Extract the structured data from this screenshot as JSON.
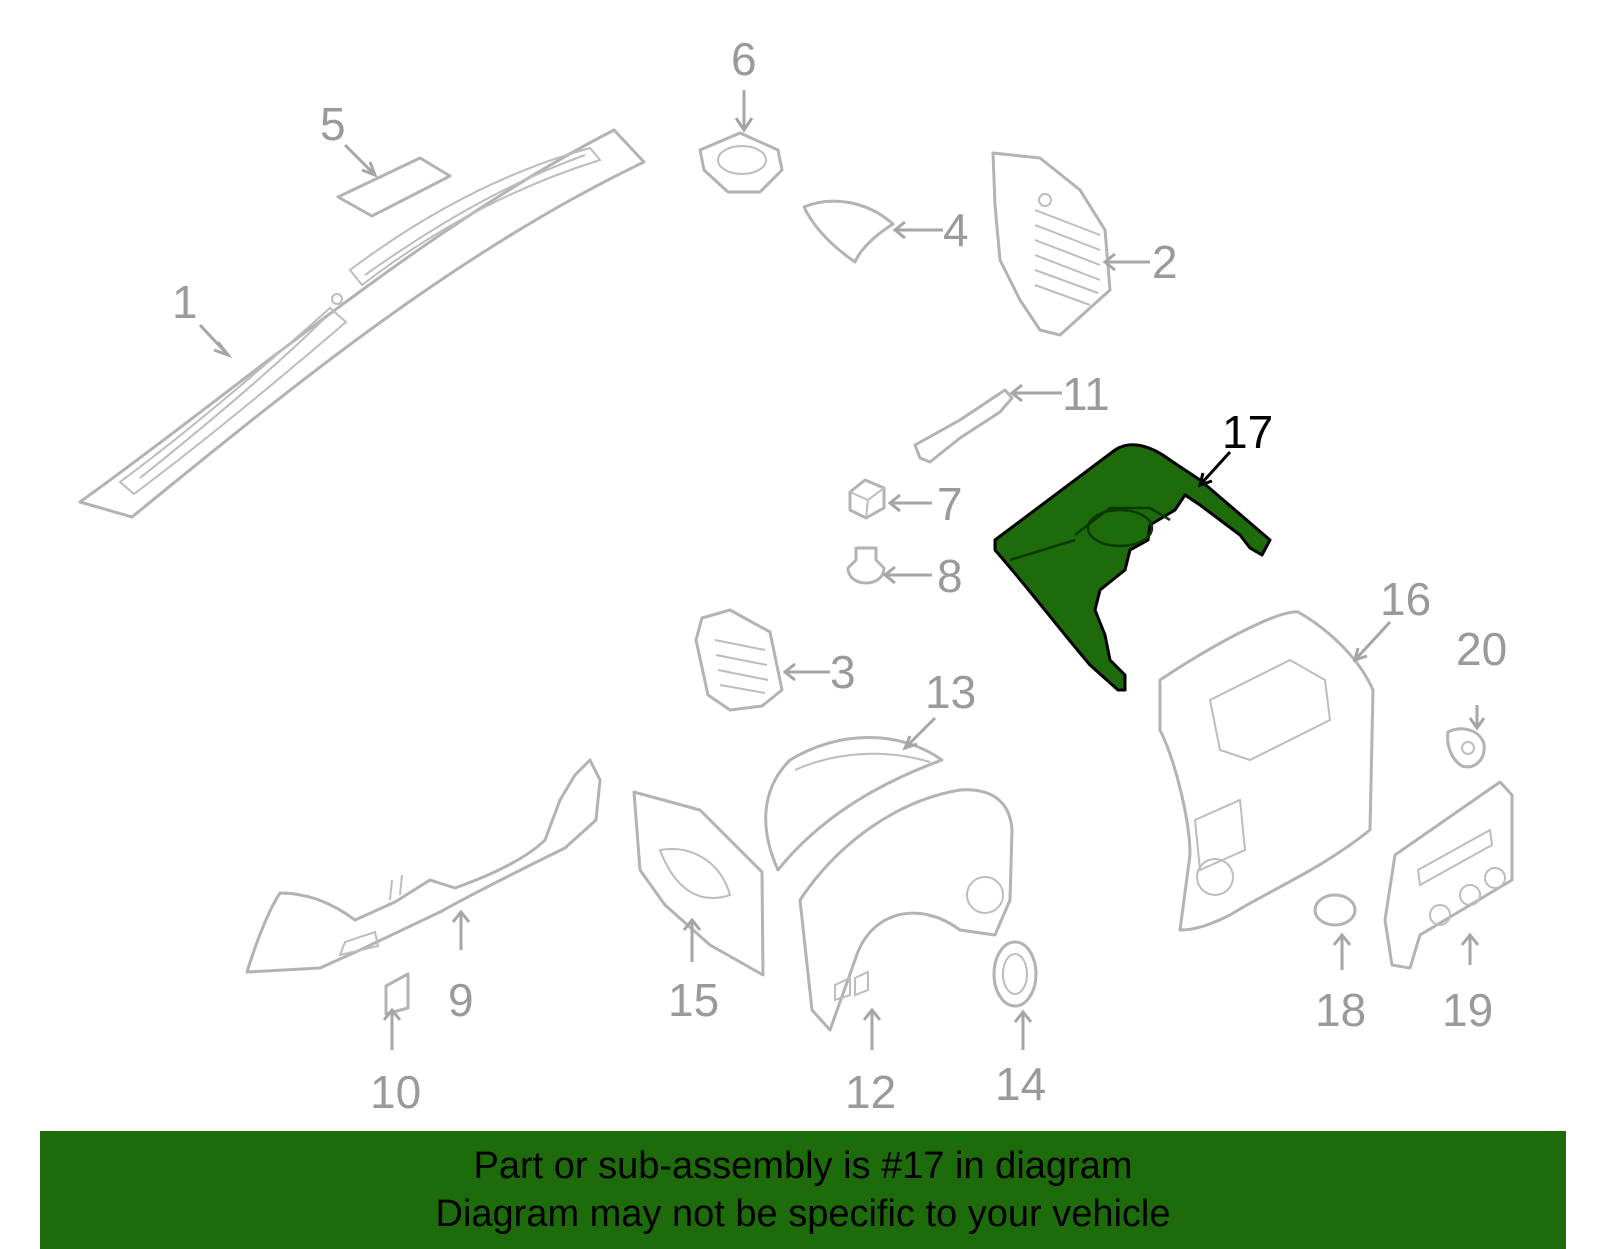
{
  "diagram": {
    "highlight_color": "#1e6b0c",
    "highlighted_part": "17",
    "callouts": [
      "1",
      "2",
      "3",
      "4",
      "5",
      "6",
      "7",
      "8",
      "9",
      "10",
      "11",
      "12",
      "13",
      "14",
      "15",
      "16",
      "17",
      "18",
      "19",
      "20"
    ]
  },
  "banner": {
    "line1": "Part or sub-assembly is #17 in diagram",
    "line2": "Diagram may not be specific to your vehicle",
    "color": "#1e6b0c"
  }
}
